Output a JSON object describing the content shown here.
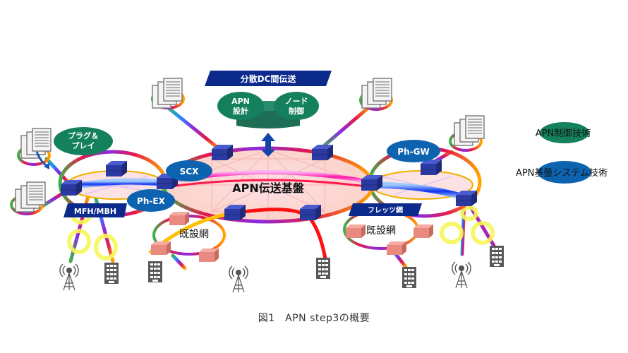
{
  "figure": {
    "caption": "図1　APN step3の概要"
  },
  "labels": {
    "center_network": "APN伝送基盤",
    "dc_banner": "分散DC間伝送",
    "apn_design_line1": "APN",
    "apn_design_line2": "設計",
    "node_control_line1": "ノード",
    "node_control_line2": "制御",
    "plug_play_line1": "プラグ＆",
    "plug_play_line2": "プレイ",
    "scx": "SCX",
    "ph_ex": "Ph-EX",
    "ph_gw": "Ph-GW",
    "mfh_mbh": "MFH/MBH",
    "flets": "フレッツ網",
    "legacy_left": "既設網",
    "legacy_right": "既設網"
  },
  "legend": {
    "items": [
      {
        "label": "APN制御技術",
        "color": "#14805e"
      },
      {
        "label": "APN基盤システム技術",
        "color": "#0e63b0"
      }
    ]
  },
  "colors": {
    "control_green": "#14805e",
    "infra_blue": "#0e63b0",
    "banner_navy": "#0c2a8c",
    "node_blue": "#2b3aa0",
    "legacy_node": "#e98a80",
    "red_path": "#ff1010",
    "yellow_path": "#ffc000"
  }
}
